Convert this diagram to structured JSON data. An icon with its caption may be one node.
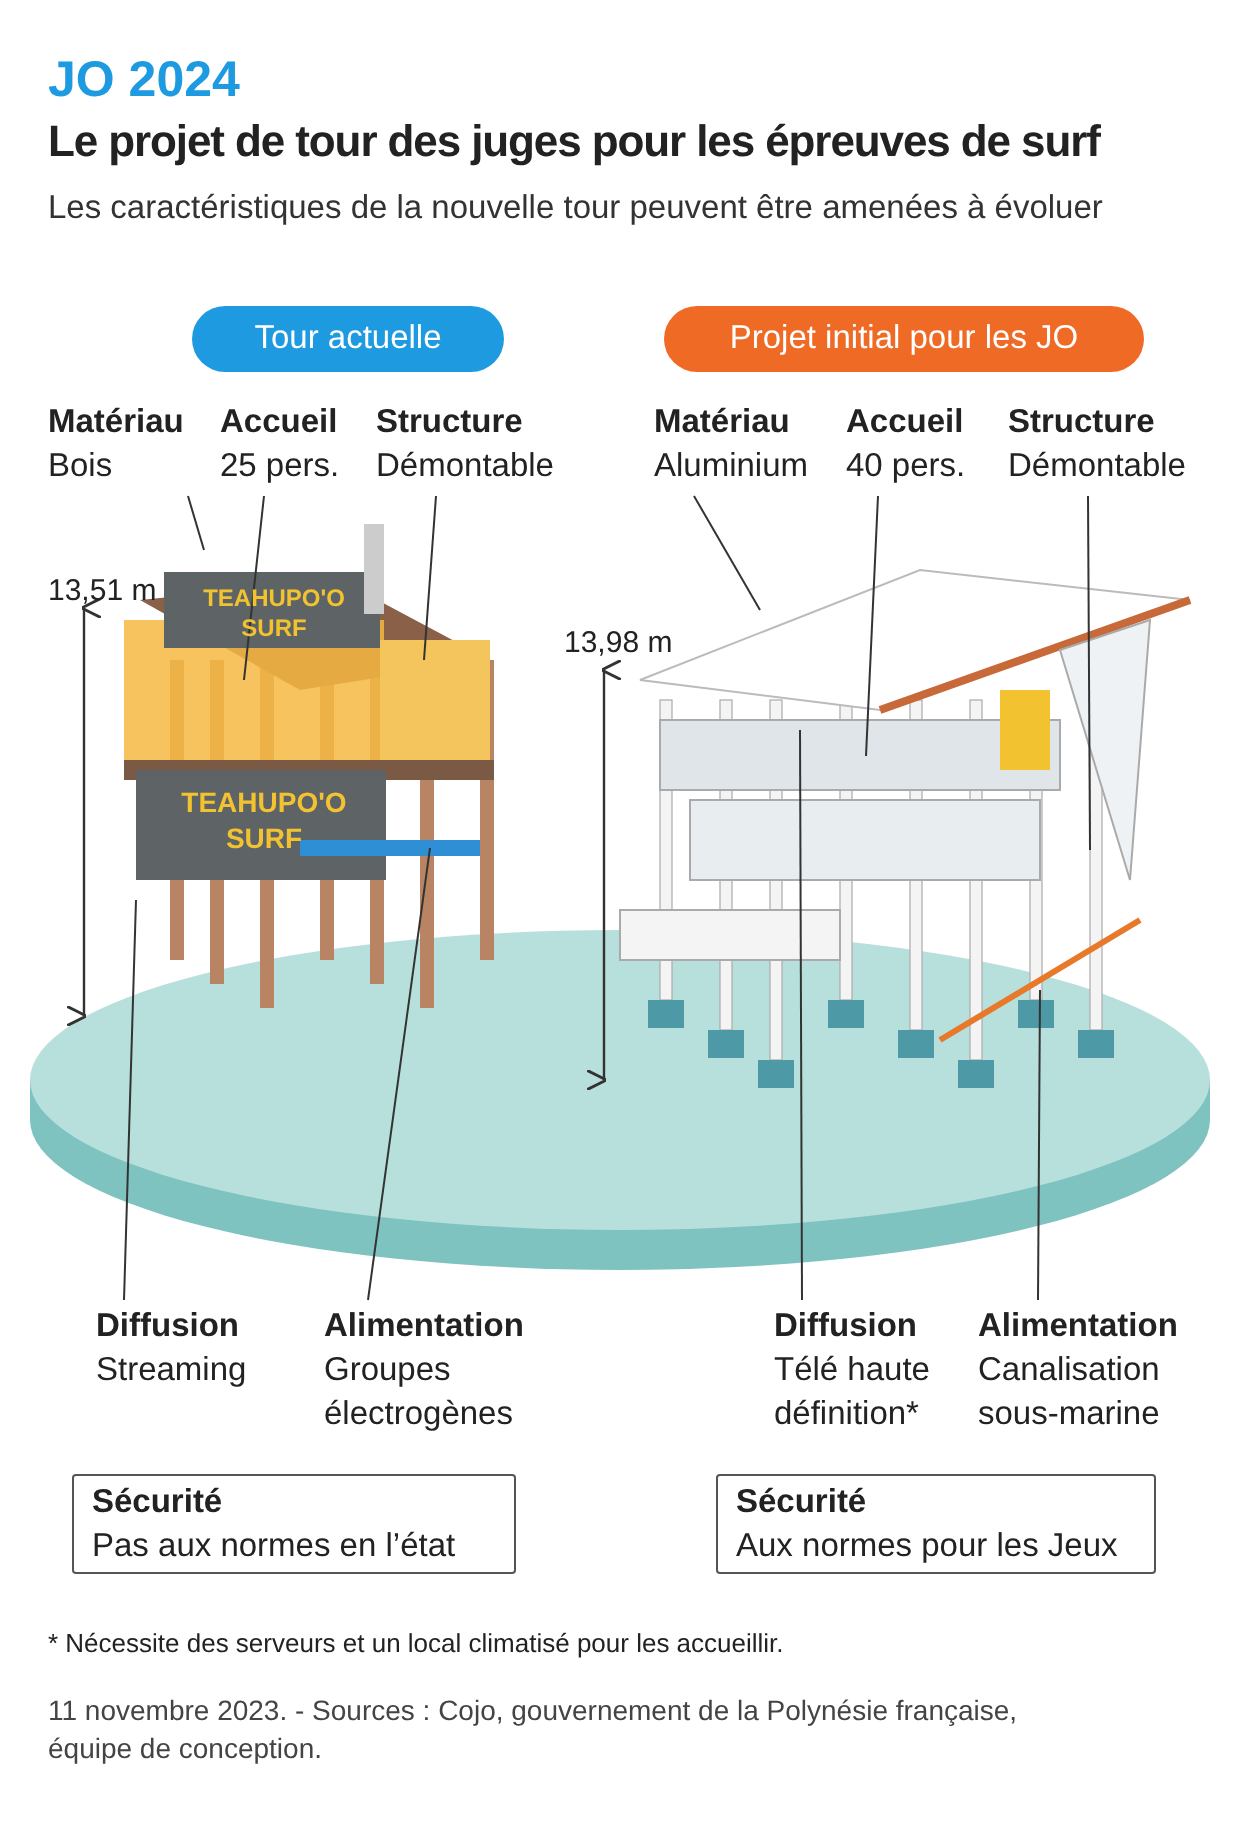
{
  "diagram": {
    "title": "Le projet de tour des juges pour les épreuves de surf",
    "nodes": [
      {
        "text": [
          "Tour actuelle"
        ]
      },
      {
        "text": [
          "Matériau",
          "Bois"
        ]
      },
      {
        "text": [
          "Accueil",
          "25 pers."
        ]
      },
      {
        "text": [
          "Structure",
          "Démontable"
        ]
      },
      {
        "text": [
          "Projet initial pour les JO"
        ]
      },
      {
        "text": [
          "Matériau",
          "Aluminium"
        ]
      },
      {
        "text": [
          "Accueil",
          "40 pers."
        ]
      },
      {
        "text": [
          "Structure",
          "Démontable"
        ]
      },
      {
        "text": [
          "Diffusion",
          "Streaming"
        ]
      },
      {
        "text": [
          "Alimentation",
          "Groupes électrogènes"
        ]
      },
      {
        "text": [
          "Diffusion",
          "Télé haute définition*"
        ]
      },
      {
        "text": [
          "Alimentation",
          "Canalisation sous-marine"
        ]
      },
      {
        "text": [
          "Sécurité",
          "Pas aux normes en l’état"
        ]
      },
      {
        "text": [
          "Sécurité",
          "Aux normes pour les Jeux"
        ]
      }
    ],
    "edges": [
      {
        "from": 1,
        "to": null,
        "arrow": "none"
      },
      {
        "from": 2,
        "to": null,
        "arrow": "none"
      },
      {
        "from": 3,
        "to": null,
        "arrow": "none"
      },
      {
        "from": 5,
        "to": null,
        "arrow": "none"
      },
      {
        "from": 6,
        "to": null,
        "arrow": "none"
      },
      {
        "from": 7,
        "to": null,
        "arrow": "none"
      },
      {
        "from": 8,
        "to": null,
        "arrow": "none"
      },
      {
        "from": 9,
        "to": null,
        "arrow": "none"
      },
      {
        "from": 10,
        "to": null,
        "arrow": "none"
      },
      {
        "from": 11,
        "to": null,
        "arrow": "none"
      }
    ],
    "labels": [
      "JO 2024",
      "Les caractéristiques de la nouvelle tour peuvent être amenées à évoluer",
      "13,51 m",
      "TEAHUPO'O SURF",
      "TEAHUPO'O SURF",
      "13,98 m",
      "* Nécessite des serveurs et un local climatisé pour les accueillir.",
      "11 novembre 2023. - Sources : Cojo, gouvernement de la Polynésie française, équipe de conception."
    ]
  }
}
